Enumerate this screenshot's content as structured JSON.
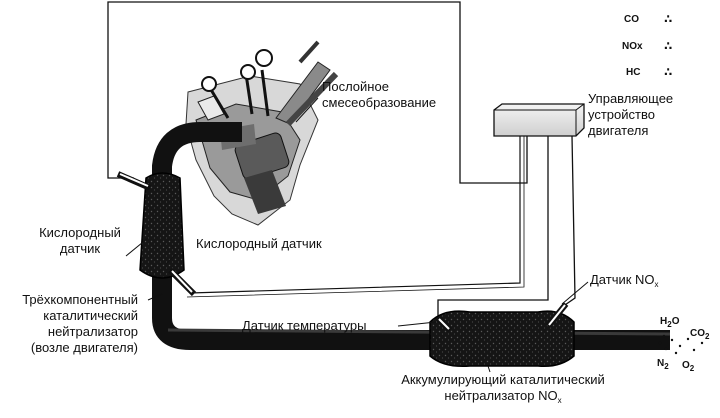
{
  "labels": {
    "stratified": [
      "Послойное",
      "смесеобразование"
    ],
    "ecu": [
      "Управляющее",
      "устройство",
      "двигателя"
    ],
    "oxygen_left": [
      "Кислородный",
      "датчик"
    ],
    "oxygen_right": "Кислородный датчик",
    "three_way": [
      "Трёхкомпонентный",
      "каталитический",
      "нейтрализатор",
      "(возле двигателя)"
    ],
    "temp_sensor": "Датчик температуры",
    "nox_sensor": {
      "main": "Датчик NO",
      "sub": "x"
    },
    "storage_catalyst": {
      "line1": "Аккумулирующий каталитический",
      "line2": "нейтрализатор NO",
      "sub": "x"
    }
  },
  "legend": [
    {
      "name": "CO",
      "symbol": "∴"
    },
    {
      "name": "NOx",
      "symbol": "∴"
    },
    {
      "name": "HC",
      "symbol": "∴"
    }
  ],
  "outputs": {
    "h2o": {
      "main": "H",
      "sub": "2",
      "tail": "O"
    },
    "co2": {
      "main": "CO",
      "sub": "2"
    },
    "n2": {
      "main": "N",
      "sub": "2"
    },
    "o2": {
      "main": "O",
      "sub": "2"
    }
  }
}
